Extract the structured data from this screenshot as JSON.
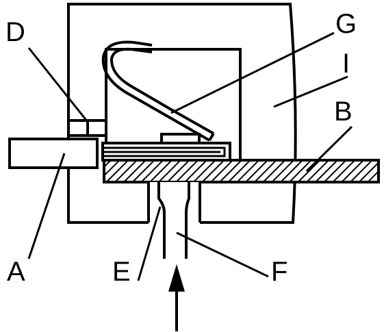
{
  "diagram": {
    "labels": {
      "A": "A",
      "B": "B",
      "D": "D",
      "E": "E",
      "F": "F",
      "G": "G",
      "I": "I"
    },
    "colors": {
      "ink": "#000000",
      "paper": "#ffffff"
    }
  }
}
